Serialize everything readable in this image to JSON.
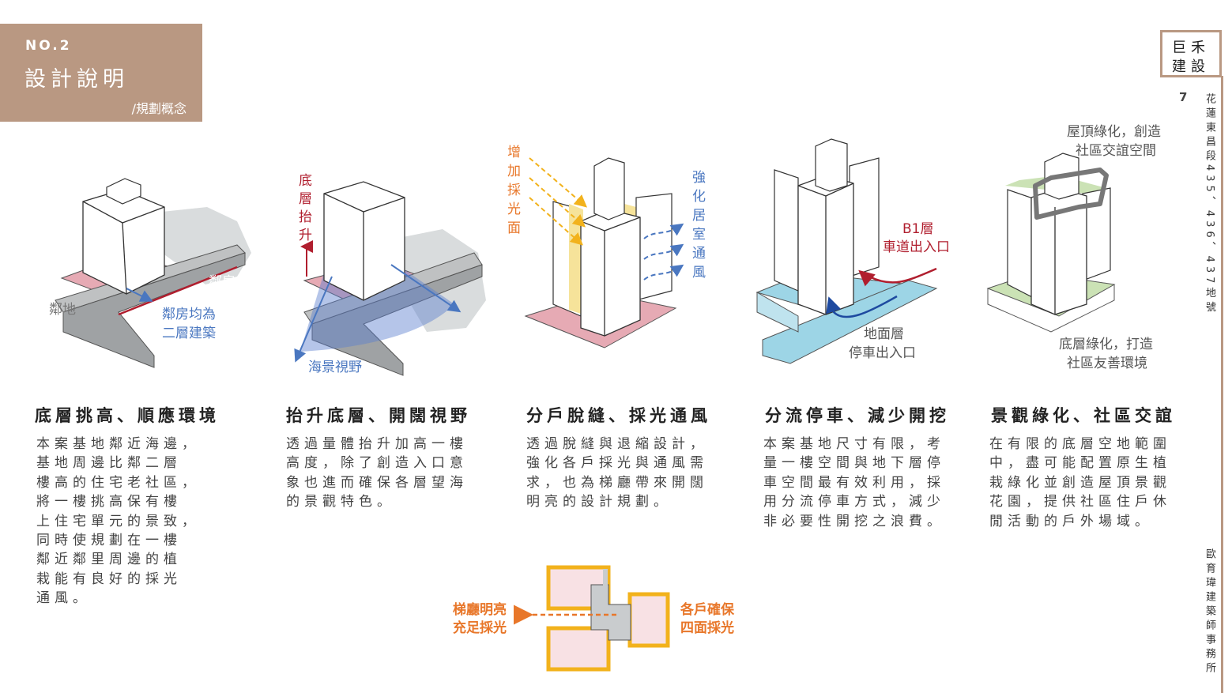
{
  "header": {
    "number": "NO.2",
    "title": "設計說明",
    "subtitle": "/規劃概念"
  },
  "brand": {
    "line1": "巨禾",
    "line2": "建設"
  },
  "page_number": "7",
  "side": {
    "address": "花蓮東昌段435、436、437地號",
    "architect": "歐育瑋建築師事務所"
  },
  "colors": {
    "accent": "#b99882",
    "pink": "#e6aab4",
    "blue": "#4a77c0",
    "red": "#b01e2e",
    "orange": "#e8772a",
    "yellow": "#f6e39a",
    "green": "#cbe2b5",
    "cyan": "#9dd5e6"
  },
  "panels": [
    {
      "title": "底層挑高、順應環境",
      "body": [
        "本案基地鄰近海邊，",
        "基地周邊比鄰二層",
        "樓高的住宅老社區，",
        "將一樓挑高保有樓",
        "上住宅單元的景致，",
        "同時使規劃在一樓",
        "鄰近鄰里周邊的植",
        "栽能有良好的採光",
        "通風。"
      ]
    },
    {
      "title": "抬升底層、開闊視野",
      "body": [
        "透過量體抬升加高一樓",
        "高度，除了創造入口意",
        "象也進而確保各層望海",
        "的景觀特色。"
      ]
    },
    {
      "title": "分戶脫縫、採光通風",
      "body": [
        "透過脫縫與退縮設計，",
        "強化各戶採光與通風需",
        "求，也為梯廳帶來開闊",
        "明亮的設計規劃。"
      ]
    },
    {
      "title": "分流停車、減少開挖",
      "body": [
        "本案基地尺寸有限，考",
        "量一樓空間與地下層停",
        "車空間最有效利用，採",
        "用分流停車方式，減少",
        "非必要性開挖之浪費。"
      ]
    },
    {
      "title": "景觀綠化、社區交誼",
      "body": [
        "在有限的底層空地範圍",
        "中，盡可能配置原生植",
        "栽綠化並創造屋頂景觀",
        "花園，提供社區住戶休",
        "閒活動的戶外場域。"
      ]
    }
  ],
  "labels": {
    "d1": {
      "neighbor_house": "鄰房",
      "neighbor_land": "鄰地",
      "note_line1": "鄰房均為",
      "note_line2": "二層建築"
    },
    "d2": {
      "raise": "底層抬升",
      "sea_view": "海景視野"
    },
    "d3": {
      "light": "增加採光面",
      "air": "強化居室通風"
    },
    "d4": {
      "b1_line1": "B1層",
      "b1_line2": "車道出入口",
      "ground_line1": "地面層",
      "ground_line2": "停車出入口"
    },
    "d5": {
      "roof_line1": "屋頂綠化，創造",
      "roof_line2": "社區交誼空間",
      "ground_line1": "底層綠化，打造",
      "ground_line2": "社區友善環境"
    },
    "plan": {
      "left_line1": "梯廳明亮",
      "left_line2": "充足採光",
      "right_line1": "各戶確保",
      "right_line2": "四面採光"
    }
  }
}
